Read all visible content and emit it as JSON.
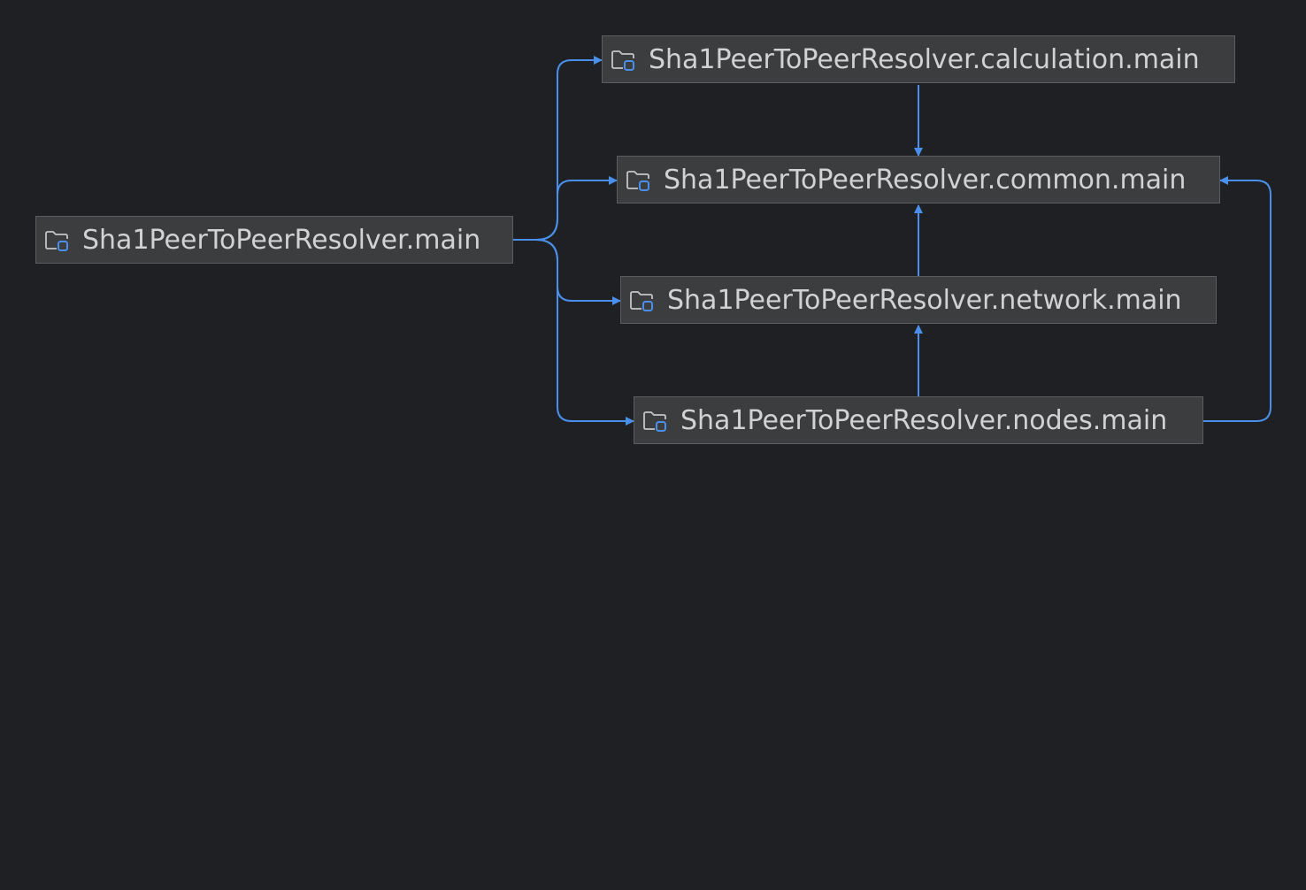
{
  "graph": {
    "nodes": [
      {
        "id": "root",
        "label": "Sha1PeerToPeerResolver.main",
        "icon": "module-folder-icon"
      },
      {
        "id": "calculation",
        "label": "Sha1PeerToPeerResolver.calculation.main",
        "icon": "module-folder-icon"
      },
      {
        "id": "common",
        "label": "Sha1PeerToPeerResolver.common.main",
        "icon": "module-folder-icon"
      },
      {
        "id": "network",
        "label": "Sha1PeerToPeerResolver.network.main",
        "icon": "module-folder-icon"
      },
      {
        "id": "nodes",
        "label": "Sha1PeerToPeerResolver.nodes.main",
        "icon": "module-folder-icon"
      }
    ],
    "edges": [
      {
        "from": "root",
        "to": "calculation"
      },
      {
        "from": "root",
        "to": "common"
      },
      {
        "from": "root",
        "to": "network"
      },
      {
        "from": "root",
        "to": "nodes"
      },
      {
        "from": "calculation",
        "to": "common"
      },
      {
        "from": "network",
        "to": "common"
      },
      {
        "from": "nodes",
        "to": "network"
      },
      {
        "from": "nodes",
        "to": "common"
      }
    ]
  },
  "colors": {
    "background": "#1f2024",
    "node_fill": "#3c3d3f",
    "node_border": "#5b5c5f",
    "node_text": "#d1d2d4",
    "edge": "#4a8fea",
    "icon_outline": "#c4c5c8",
    "icon_accent": "#4a8fea"
  }
}
